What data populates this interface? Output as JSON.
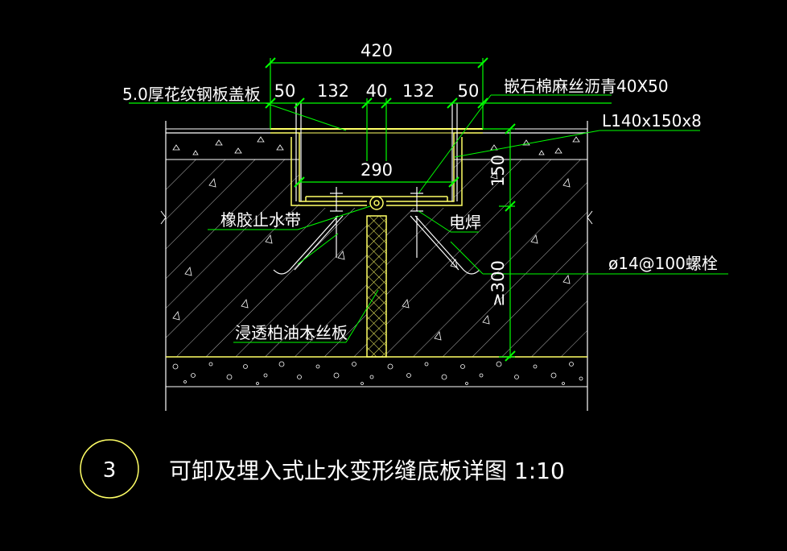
{
  "dimensions": {
    "total_width": "420",
    "seg_left": "50",
    "seg_mid_left": "132",
    "seg_center": "40",
    "seg_mid_right": "132",
    "seg_right": "50",
    "inner_width": "290",
    "angle_height": "150",
    "anchor_depth": "≥300"
  },
  "labels": {
    "cover_plate": "5.0厚花纹钢板盖板",
    "filler": "嵌石棉麻丝沥青40X50",
    "angle_steel": "L140x150x8",
    "waterstop": "橡胶止水带",
    "weld": "电焊",
    "bolt": "ø14@100螺栓",
    "wood_board": "浸透柏油木丝板"
  },
  "title": {
    "number": "3",
    "text": "可卸及埋入式止水变形缝底板详图 1:10"
  },
  "colors": {
    "background": "#000000",
    "line_white": "#ffffff",
    "line_yellow": "#ffff66",
    "line_green": "#00ff00"
  }
}
